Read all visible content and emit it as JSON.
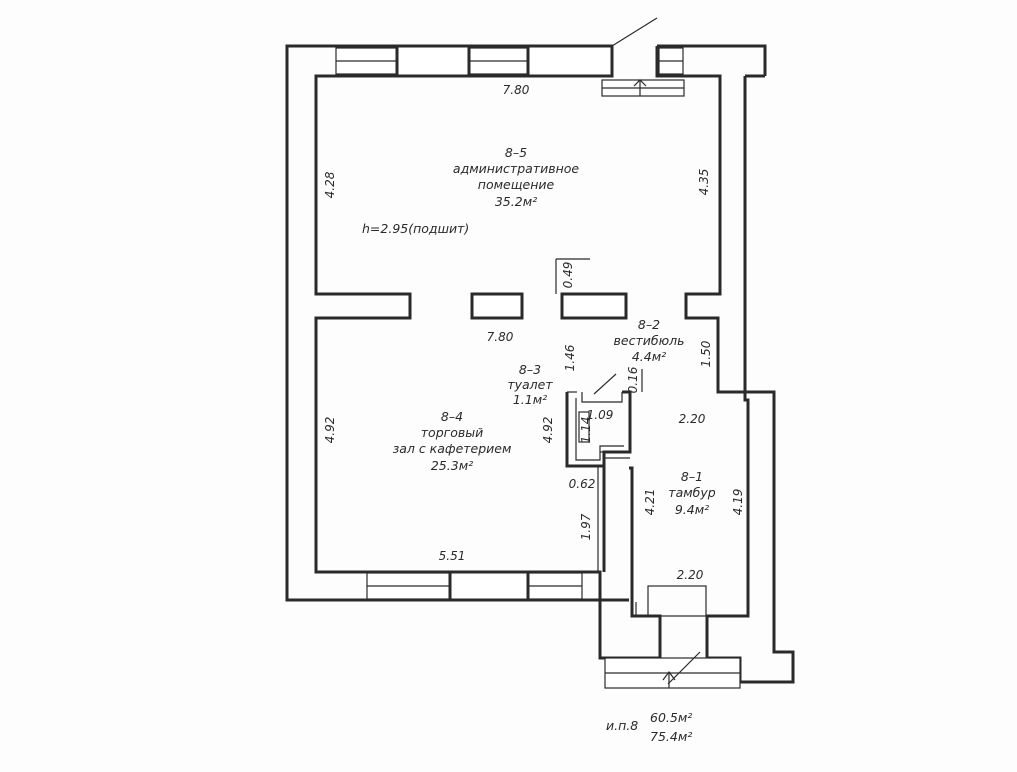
{
  "rooms": {
    "admin": {
      "number": "8–5",
      "name_line1": "административное",
      "name_line2": "помещение",
      "area": "35.2м²"
    },
    "height_note": "h=2.95(подшит)",
    "vestibule": {
      "number": "8–2",
      "name": "вестибюль",
      "area": "4.4м²"
    },
    "toilet": {
      "number": "8–3",
      "name": "туалет",
      "area": "1.1м²"
    },
    "hall": {
      "number": "8–4",
      "name_line1": "торговый",
      "name_line2": "зал с кафетерием",
      "area": "25.3м²"
    },
    "tambour": {
      "number": "8–1",
      "name": "тамбур",
      "area": "9.4м²"
    }
  },
  "dimensions": {
    "top_width": "7.80",
    "admin_left": "4.28",
    "admin_right": "4.35",
    "pier": "0.49",
    "mid_width": "7.80",
    "d146": "1.46",
    "d150": "1.50",
    "d016": "0.16",
    "d109": "1.09",
    "d114": "1.14",
    "hall_left": "4.92",
    "hall_right": "4.92",
    "d220_top": "2.20",
    "d062": "0.62",
    "d197": "1.97",
    "tambour_left": "4.21",
    "tambour_right": "4.19",
    "bottom_width": "5.51",
    "d220_bottom": "2.20"
  },
  "footer": {
    "floor_label": "и.п.8",
    "area_1": "60.5м²",
    "area_2": "75.4м²"
  }
}
